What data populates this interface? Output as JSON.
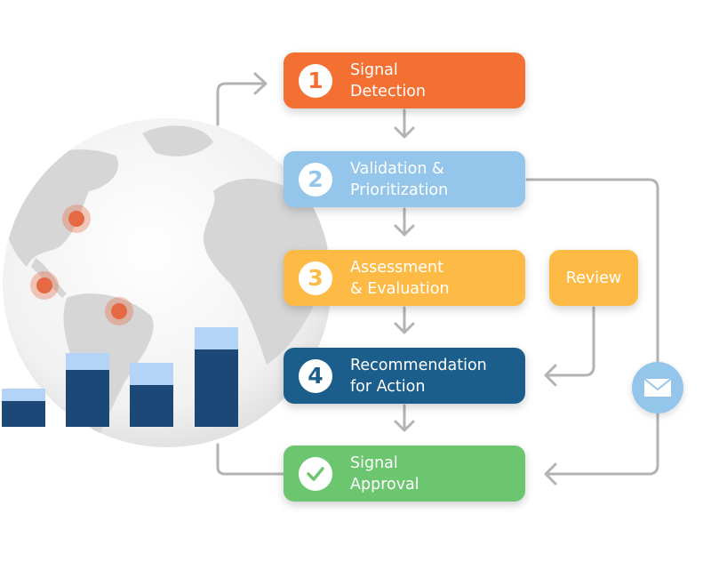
{
  "steps": [
    {
      "number": "1",
      "label": "Signal\nDetection",
      "color": "#F37032"
    },
    {
      "number": "2",
      "label": "Validation &\nPrioritization",
      "color": "#94C5EB"
    },
    {
      "number": "3",
      "label": "Assessment\n& Evaluation",
      "color": "#FDBA45"
    },
    {
      "number": "4",
      "label": "Recommendation\nfor Action",
      "color": "#1B5E8B"
    },
    {
      "number": "check-icon",
      "label": "Signal\nApproval",
      "color": "#6CC66F"
    }
  ],
  "review": {
    "label": "Review"
  },
  "envelope": {
    "icon": "envelope-icon"
  },
  "bars": [
    {
      "dark": 29,
      "light": 14
    },
    {
      "dark": 64,
      "light": 19
    },
    {
      "dark": 47,
      "light": 25
    },
    {
      "dark": 87,
      "light": 25
    }
  ],
  "colors": {
    "connector": "#B3B3B3",
    "bar_dark": "#1B4876",
    "bar_light": "#B3D3F7",
    "dot": "#E56A43"
  }
}
